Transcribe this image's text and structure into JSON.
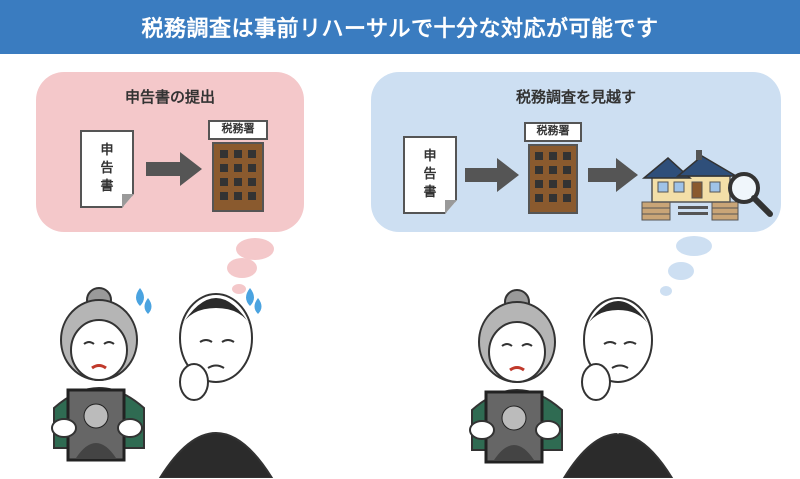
{
  "banner": {
    "title": "税務調査は事前リハーサルで十分な対応が可能です"
  },
  "left_panel": {
    "title": "申告書の提出",
    "document_label": "申\n告\n書",
    "office_label": "税務署"
  },
  "right_panel": {
    "title": "税務調査を見越す",
    "document_label": "申\n告\n書",
    "office_label": "税務署"
  },
  "colors": {
    "banner": "#3a7cc0",
    "bubble_left": "#f4c8ca",
    "bubble_right": "#cddff2",
    "building": "#8a5a2e",
    "arrow": "#555555",
    "sweat": "#4aa3e0"
  }
}
